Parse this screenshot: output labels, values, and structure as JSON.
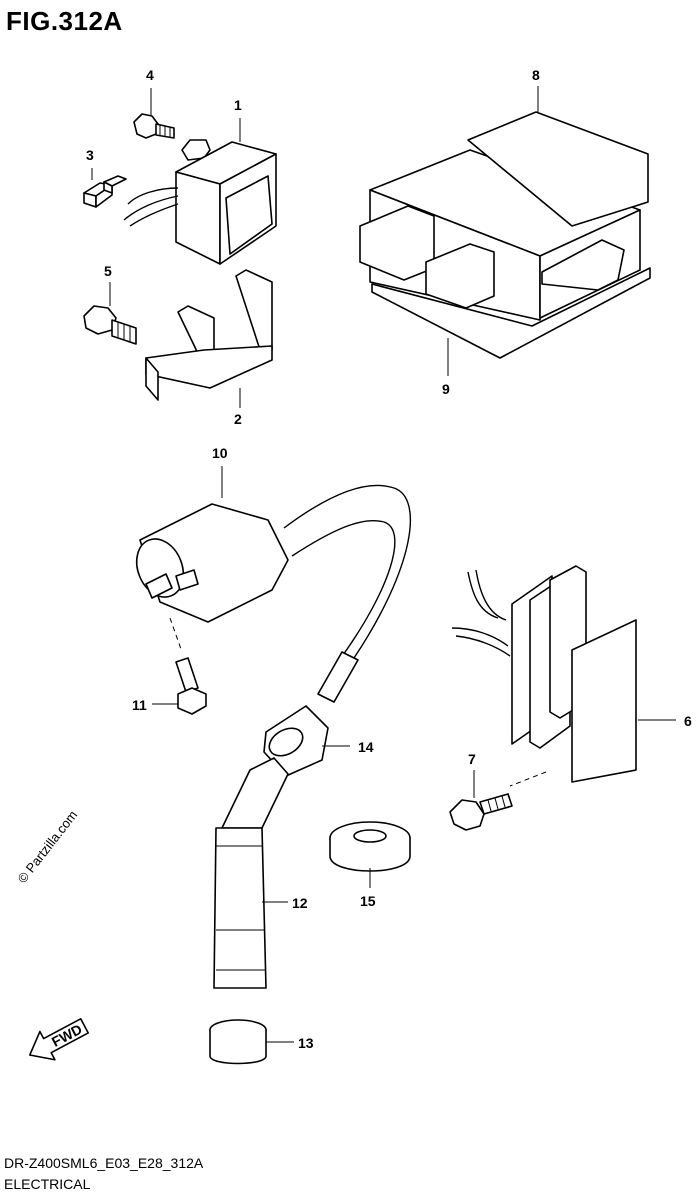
{
  "figure": {
    "title": "FIG.312A"
  },
  "parts": [
    {
      "no": "1"
    },
    {
      "no": "2"
    },
    {
      "no": "3"
    },
    {
      "no": "4"
    },
    {
      "no": "5"
    },
    {
      "no": "6"
    },
    {
      "no": "7"
    },
    {
      "no": "8"
    },
    {
      "no": "9"
    },
    {
      "no": "10"
    },
    {
      "no": "11"
    },
    {
      "no": "12"
    },
    {
      "no": "13"
    },
    {
      "no": "14"
    },
    {
      "no": "15"
    }
  ],
  "watermark": "© Partzilla.com",
  "direction_arrow": {
    "label": "FWD"
  },
  "footer": {
    "code": "DR-Z400SML6_E03_E28_312A",
    "description": "ELECTRICAL"
  },
  "colors": {
    "line": "#000000",
    "background": "#ffffff"
  }
}
